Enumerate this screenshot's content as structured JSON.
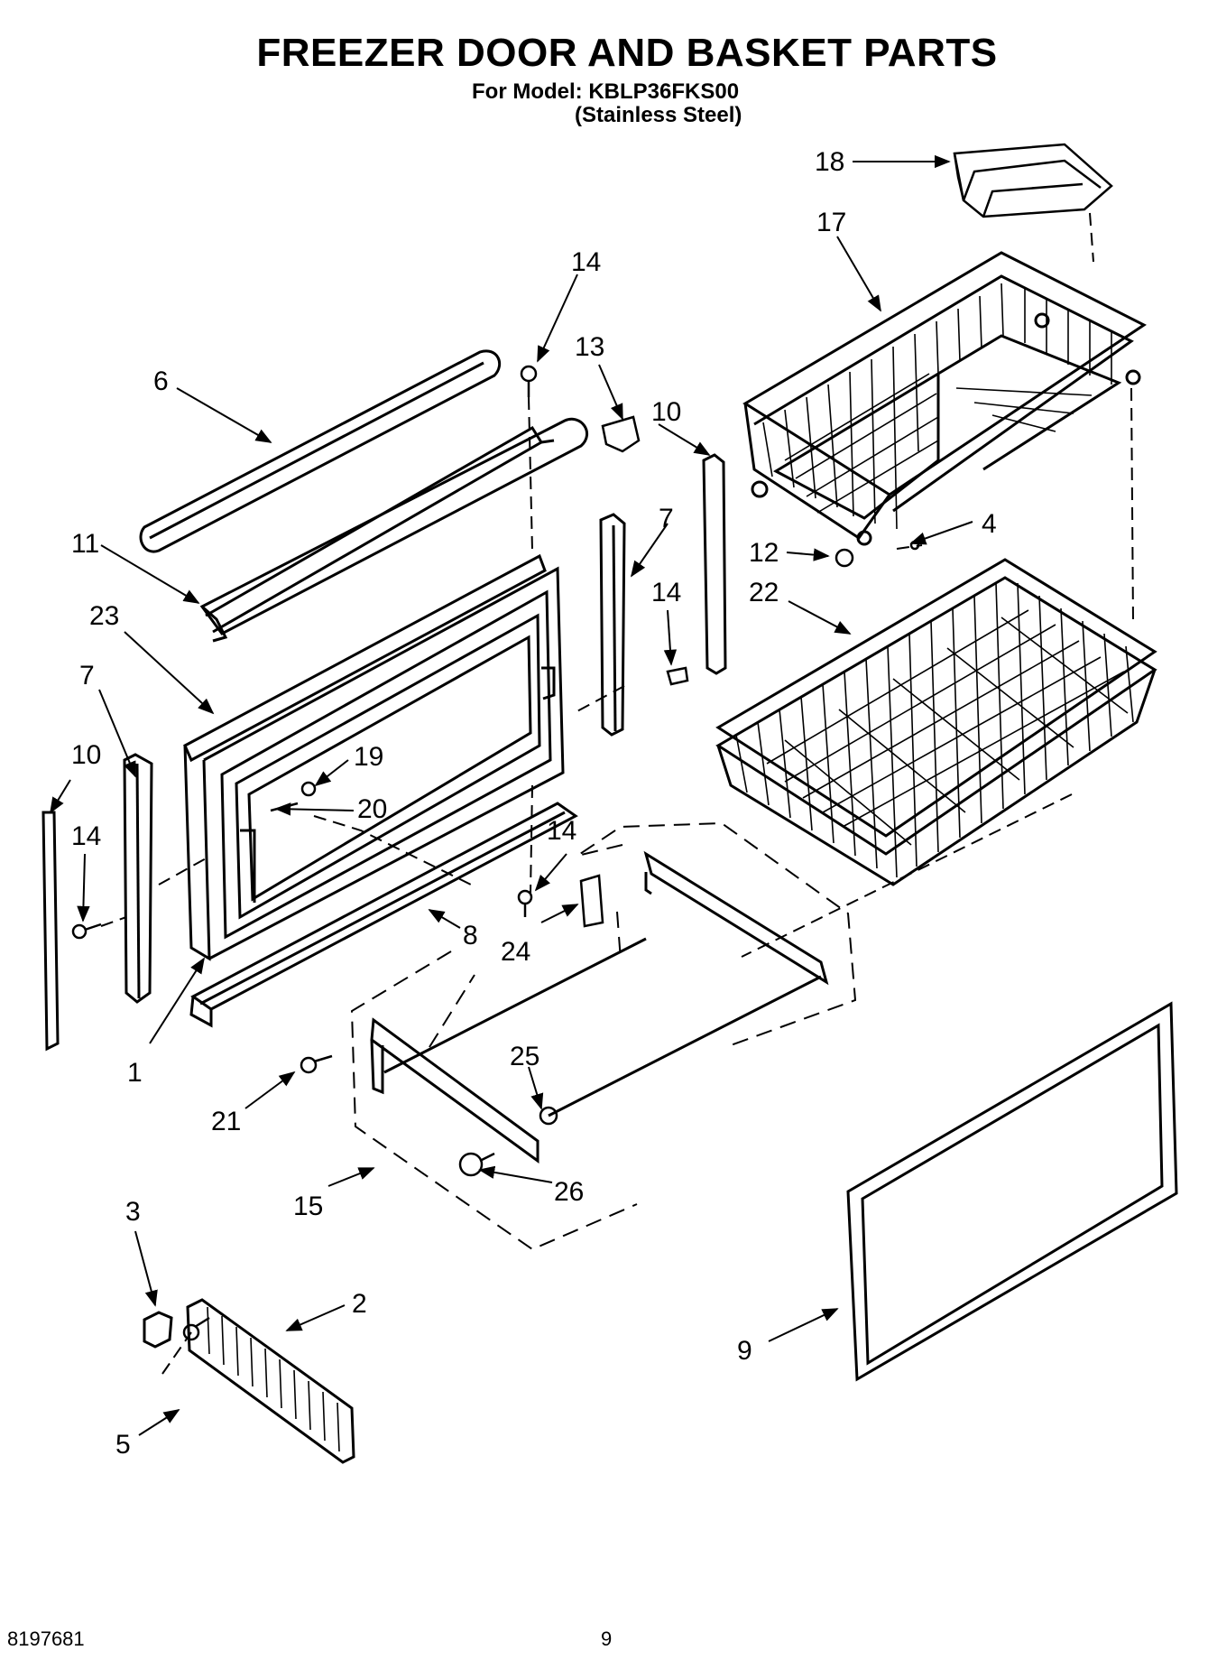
{
  "header": {
    "title": "FREEZER DOOR AND BASKET PARTS",
    "model_line": "For Model: KBLP36FKS00",
    "finish_line": "(Stainless Steel)"
  },
  "callouts": [
    "18",
    "17",
    "14",
    "13",
    "6",
    "10",
    "7",
    "11",
    "14",
    "12",
    "4",
    "23",
    "22",
    "7",
    "10",
    "19",
    "20",
    "14",
    "14",
    "8",
    "24",
    "1",
    "25",
    "21",
    "26",
    "15",
    "3",
    "2",
    "9",
    "5"
  ],
  "footer": {
    "part_number": "8197681",
    "page_number": "9"
  }
}
